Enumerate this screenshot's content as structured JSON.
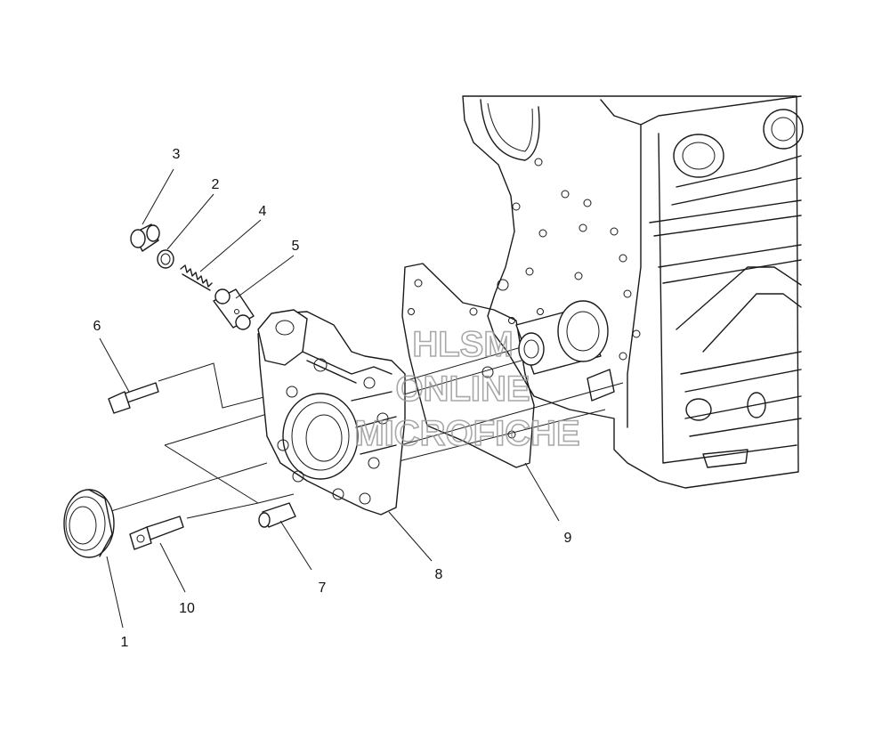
{
  "callouts": [
    {
      "label": "1"
    },
    {
      "label": "2"
    },
    {
      "label": "3"
    },
    {
      "label": "4"
    },
    {
      "label": "5"
    },
    {
      "label": "6"
    },
    {
      "label": "7"
    },
    {
      "label": "8"
    },
    {
      "label": "9"
    },
    {
      "label": "10"
    }
  ],
  "watermark": {
    "line1": "HLSM",
    "line2": "ONLINE",
    "line3": "MICROFICHE"
  }
}
